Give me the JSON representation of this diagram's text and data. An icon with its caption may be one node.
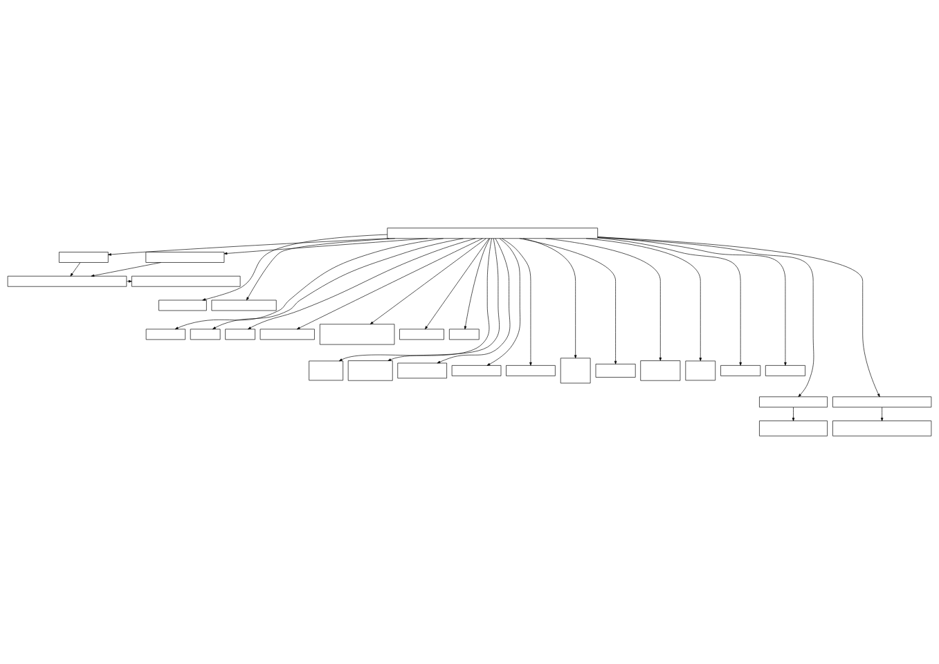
{
  "diagram": {
    "nodes": [
      {
        "text": [],
        "shape": "box"
      },
      {
        "text": [],
        "shape": "box"
      },
      {
        "text": [],
        "shape": "box"
      },
      {
        "text": [],
        "shape": "box"
      },
      {
        "text": [],
        "shape": "box"
      },
      {
        "text": [],
        "shape": "box"
      },
      {
        "text": [],
        "shape": "box"
      },
      {
        "text": [],
        "shape": "box"
      },
      {
        "text": [],
        "shape": "box"
      },
      {
        "text": [],
        "shape": "box"
      },
      {
        "text": [],
        "shape": "box"
      },
      {
        "text": [],
        "shape": "box"
      },
      {
        "text": [],
        "shape": "box"
      },
      {
        "text": [],
        "shape": "box"
      },
      {
        "text": [],
        "shape": "box"
      },
      {
        "text": [],
        "shape": "box"
      },
      {
        "text": [],
        "shape": "box"
      },
      {
        "text": [],
        "shape": "box"
      },
      {
        "text": [],
        "shape": "box"
      },
      {
        "text": [],
        "shape": "box"
      },
      {
        "text": [],
        "shape": "box"
      },
      {
        "text": [],
        "shape": "box"
      },
      {
        "text": [],
        "shape": "box"
      },
      {
        "text": [],
        "shape": "box"
      },
      {
        "text": [],
        "shape": "box"
      },
      {
        "text": [],
        "shape": "box"
      },
      {
        "text": [],
        "shape": "box"
      },
      {
        "text": [],
        "shape": "box"
      },
      {
        "text": [],
        "shape": "box"
      }
    ],
    "edges": [
      {
        "from": 0,
        "to": 1,
        "arrow": "to"
      },
      {
        "from": 0,
        "to": 2,
        "arrow": "to"
      },
      {
        "from": 1,
        "to": 3,
        "arrow": "to"
      },
      {
        "from": 2,
        "to": 3,
        "arrow": "to"
      },
      {
        "from": 3,
        "to": 4,
        "arrow": "to"
      },
      {
        "from": 0,
        "to": 5,
        "arrow": "to"
      },
      {
        "from": 0,
        "to": 6,
        "arrow": "to"
      },
      {
        "from": 0,
        "to": 7,
        "arrow": "to"
      },
      {
        "from": 0,
        "to": 8,
        "arrow": "to"
      },
      {
        "from": 0,
        "to": 9,
        "arrow": "to"
      },
      {
        "from": 0,
        "to": 10,
        "arrow": "to"
      },
      {
        "from": 0,
        "to": 11,
        "arrow": "to"
      },
      {
        "from": 0,
        "to": 12,
        "arrow": "to"
      },
      {
        "from": 0,
        "to": 13,
        "arrow": "to"
      },
      {
        "from": 0,
        "to": 14,
        "arrow": "to"
      },
      {
        "from": 0,
        "to": 15,
        "arrow": "to"
      },
      {
        "from": 0,
        "to": 16,
        "arrow": "to"
      },
      {
        "from": 0,
        "to": 17,
        "arrow": "to"
      },
      {
        "from": 0,
        "to": 18,
        "arrow": "to"
      },
      {
        "from": 0,
        "to": 19,
        "arrow": "to"
      },
      {
        "from": 0,
        "to": 20,
        "arrow": "to"
      },
      {
        "from": 0,
        "to": 21,
        "arrow": "to"
      },
      {
        "from": 0,
        "to": 22,
        "arrow": "to"
      },
      {
        "from": 0,
        "to": 23,
        "arrow": "to"
      },
      {
        "from": 0,
        "to": 24,
        "arrow": "to"
      },
      {
        "from": 0,
        "to": 25,
        "arrow": "to"
      },
      {
        "from": 0,
        "to": 26,
        "arrow": "to"
      },
      {
        "from": 25,
        "to": 27,
        "arrow": "to"
      },
      {
        "from": 26,
        "to": 28,
        "arrow": "to"
      }
    ]
  }
}
